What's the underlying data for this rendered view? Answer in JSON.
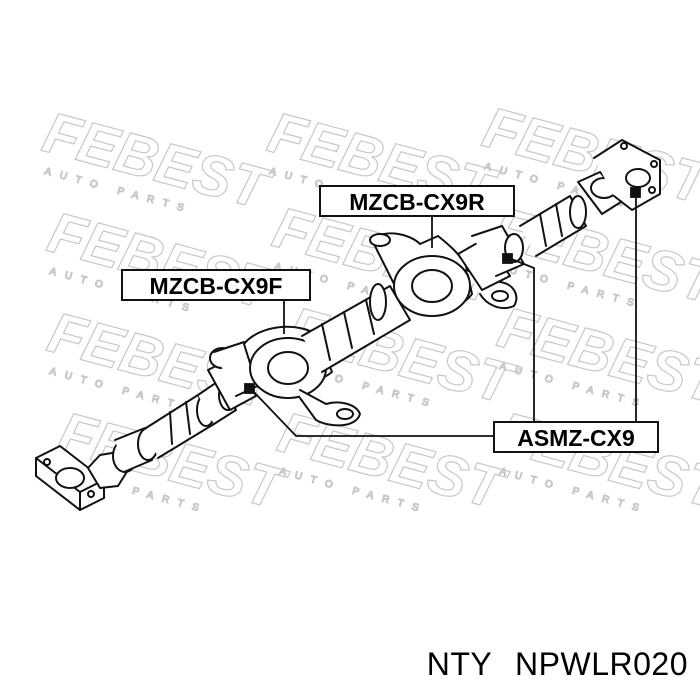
{
  "watermark": {
    "brand": "FEBEST",
    "tagline": "AUTO PARTS"
  },
  "labels": {
    "rear_bearing": "MZCB-CX9R",
    "front_bearing": "MZCB-CX9F",
    "joint": "ASMZ-CX9"
  },
  "caption": {
    "brand": "NTY",
    "part_number": "NPWLR020"
  },
  "colors": {
    "watermark": "#c8c8c8",
    "line": "#111111"
  }
}
